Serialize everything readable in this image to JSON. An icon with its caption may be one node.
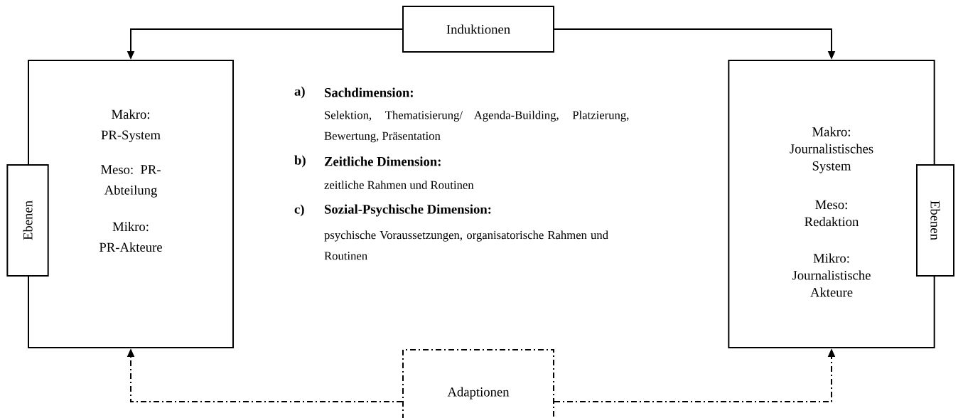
{
  "diagram": {
    "nodes": [
      {
        "text": [
          "Induktionen"
        ]
      },
      {
        "text": [
          "Makro: PR-System",
          "Meso: PR-Abteilung",
          "Mikro: PR-Akteure"
        ]
      },
      {
        "text": [
          "Ebenen"
        ]
      },
      {
        "text": [
          "Makro: Journalistisches System",
          "Meso: Redaktion",
          "Mikro: Journalistische Akteure"
        ]
      },
      {
        "text": [
          "Ebenen"
        ]
      },
      {
        "text": [
          "Adaptionen"
        ]
      }
    ],
    "edges": [
      {
        "from": 0,
        "to": 1,
        "arrow": "to"
      },
      {
        "from": 0,
        "to": 3,
        "arrow": "to"
      },
      {
        "from": 5,
        "to": 1,
        "arrow": "to",
        "style": "dashed"
      },
      {
        "from": 5,
        "to": 3,
        "arrow": "to",
        "style": "dashed"
      }
    ],
    "labels": [
      "a)",
      "Sachdimension:",
      "Selektion, Thematisierung/ Agenda-Building, Platzierung, Bewertung, Präsentation",
      "b)",
      "Zeitliche Dimension:",
      "zeitliche Rahmen und Routinen",
      "c)",
      "Sozial-Psychische Dimension:",
      "psychische Voraussetzungen, organisatorische Rahmen und Routinen"
    ]
  }
}
